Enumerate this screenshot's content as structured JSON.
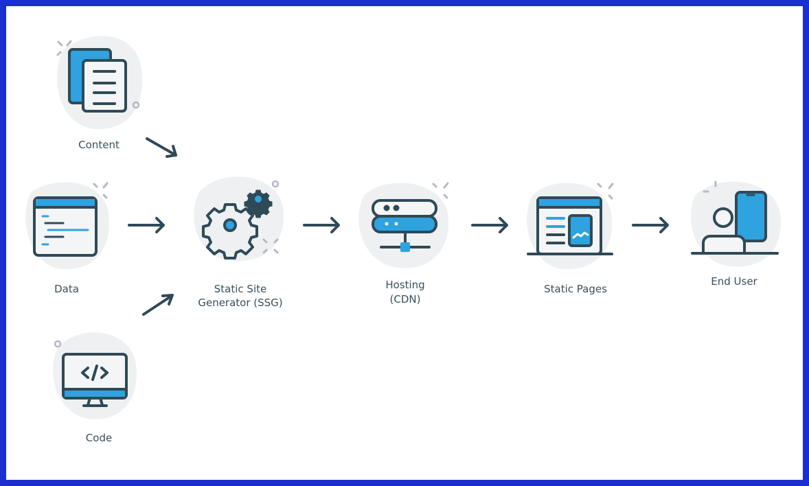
{
  "title": "Static Site Generator workflow",
  "colors": {
    "frame": "#1b2fd0",
    "stroke": "#2f4a57",
    "accent": "#2ea3e0",
    "blob": "#eff0f2",
    "sparkle": "#b9b6c4"
  },
  "nodes": {
    "content": {
      "label": "Content",
      "icon": "documents-icon"
    },
    "data": {
      "label": "Data",
      "icon": "browser-window-icon"
    },
    "code": {
      "label": "Code",
      "icon": "monitor-code-icon"
    },
    "ssg": {
      "label_line1": "Static Site",
      "label_line2": "Generator (SSG)",
      "icon": "gears-icon"
    },
    "hosting": {
      "label_line1": "Hosting",
      "label_line2": "(CDN)",
      "icon": "server-icon"
    },
    "pages": {
      "label": "Static Pages",
      "icon": "webpage-icon"
    },
    "user": {
      "label": "End User",
      "icon": "user-phone-icon"
    }
  }
}
